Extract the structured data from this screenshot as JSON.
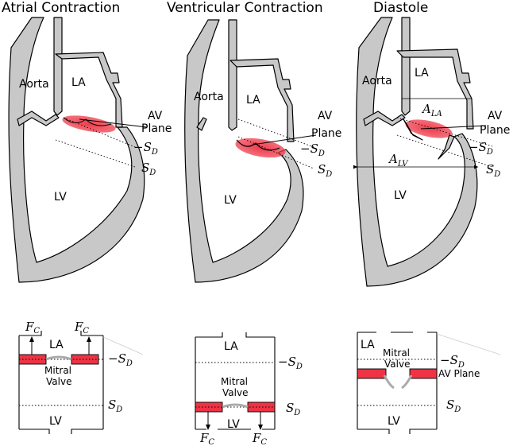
{
  "titles": {
    "atrial": "Atrial Contraction",
    "ventricular": "Ventricular Contraction",
    "diastole": "Diastole"
  },
  "labels": {
    "aorta": "Aorta",
    "la": "LA",
    "lv": "LV",
    "av": "AV",
    "plane": "Plane",
    "av_plane": "AV Plane",
    "mitral": "Mitral",
    "valve": "Valve",
    "s": "S",
    "d": "D",
    "minus": "−",
    "f": "F",
    "c": "C",
    "a": "A",
    "la_sub": "LA",
    "lv_sub": "LV"
  },
  "colors": {
    "wall": "#c8c8c8",
    "av_plane_highlight": "#ee3344"
  }
}
